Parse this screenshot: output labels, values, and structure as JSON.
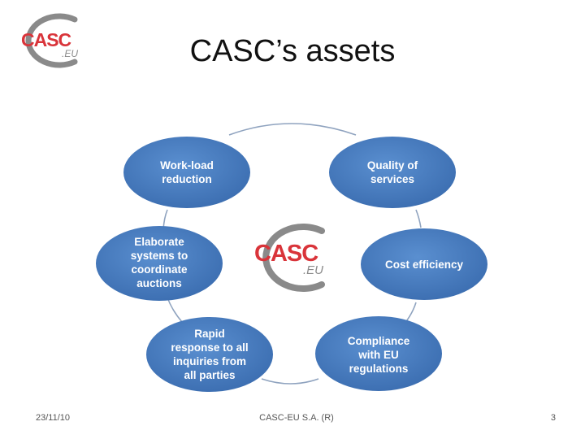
{
  "slide": {
    "title": "CASC’s assets"
  },
  "logo": {
    "main_text": "CASC",
    "sub_text": ".EU"
  },
  "diagram": {
    "nodes": [
      {
        "id": "workload",
        "lines": [
          "Work-load",
          "reduction"
        ]
      },
      {
        "id": "quality",
        "lines": [
          "Quality of",
          "services"
        ]
      },
      {
        "id": "cost",
        "lines": [
          "Cost efficiency"
        ]
      },
      {
        "id": "compliance",
        "lines": [
          "Compliance",
          "with EU",
          "regulations"
        ]
      },
      {
        "id": "rapid",
        "lines": [
          "Rapid",
          "response to all",
          "inquiries from",
          "all parties"
        ]
      },
      {
        "id": "elaborate",
        "lines": [
          "Elaborate",
          "systems to",
          "coordinate",
          "auctions"
        ]
      }
    ]
  },
  "footer": {
    "date": "23/11/10",
    "center": "CASC-EU S.A. (R)",
    "page": "3"
  },
  "colors": {
    "node_fill": "#4a7fc1",
    "node_fill_dark": "#3a6aaa",
    "arc": "#8fa3bf",
    "logo_red": "#d9343a",
    "logo_grey": "#8a8a8a"
  }
}
